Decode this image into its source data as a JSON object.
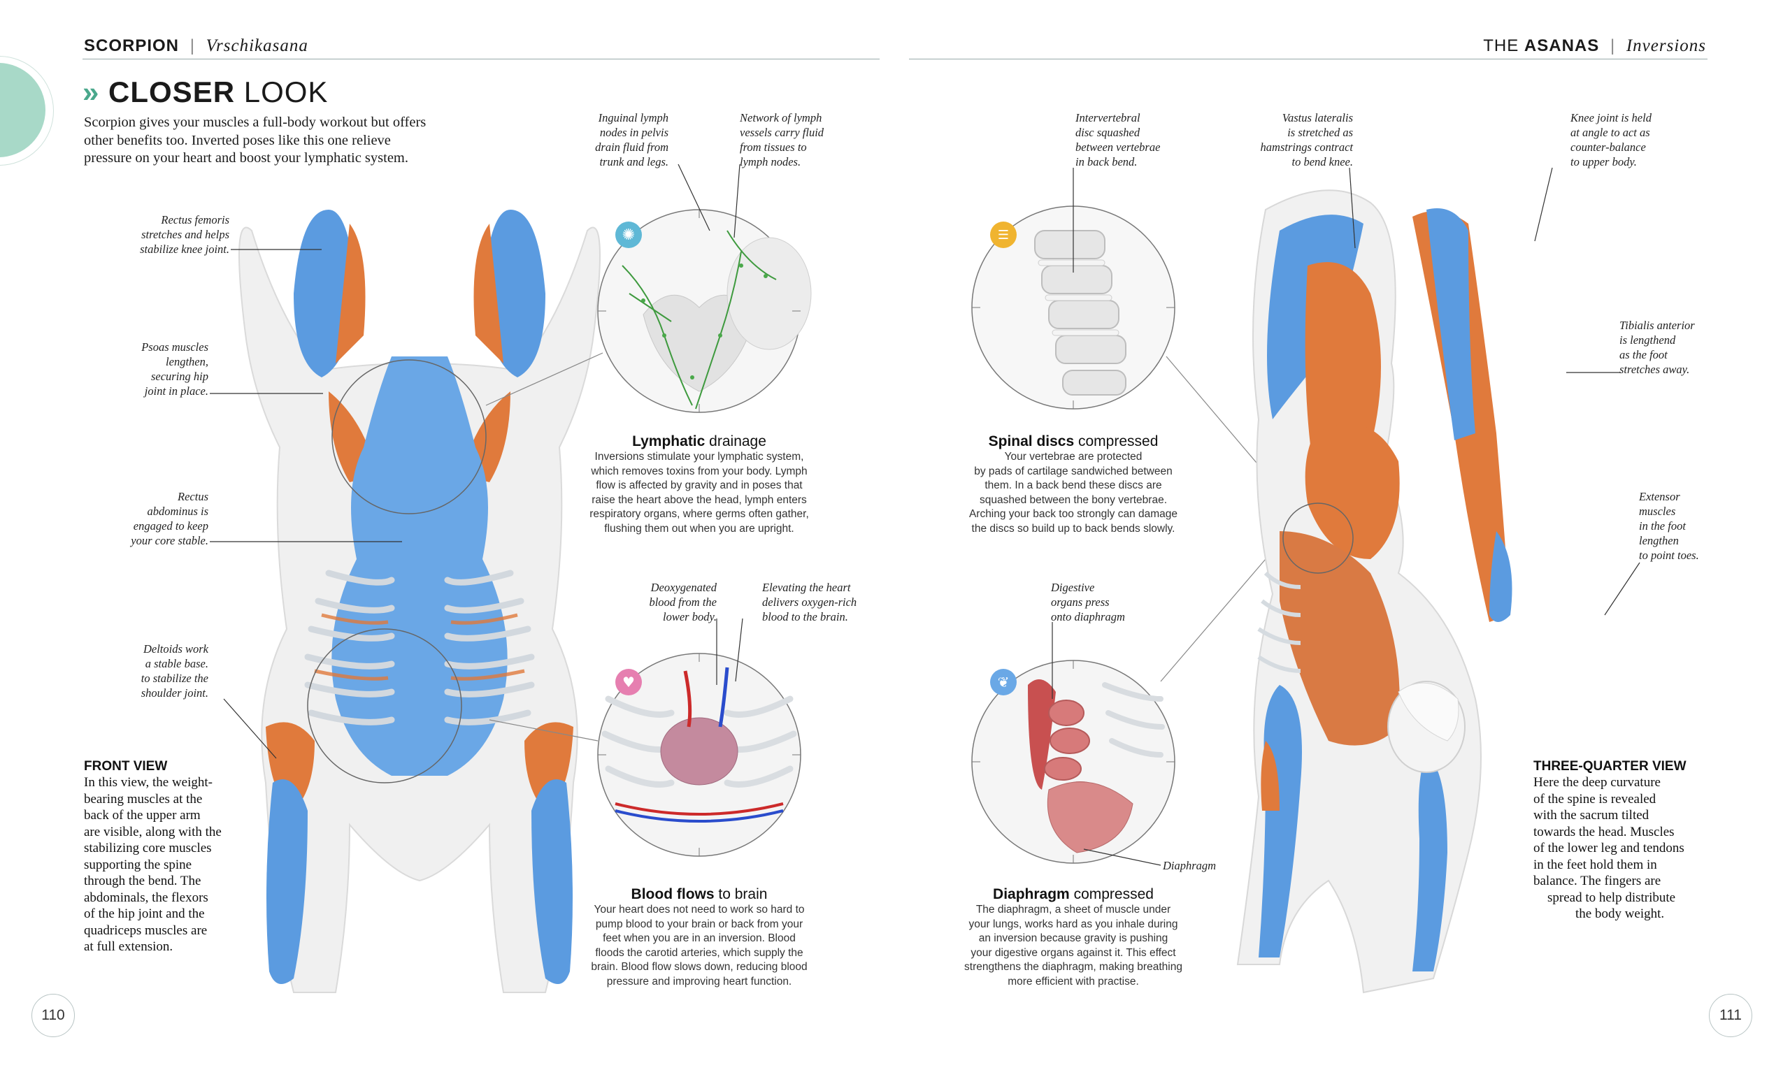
{
  "header": {
    "left_title": "SCORPION",
    "left_sep": "|",
    "left_subtitle": "Vrschikasana",
    "right_prefix": "THE",
    "right_title": "ASANAS",
    "right_sep": "|",
    "right_subtitle": "Inversions"
  },
  "section": {
    "chevrons": "»",
    "title_bold": "CLOSER",
    "title_light": "LOOK",
    "intro": [
      "Scorpion gives your muscles a full-body workout but offers",
      "other benefits too. Inverted poses like this one relieve",
      "pressure on your heart and boost your lymphatic system."
    ]
  },
  "front_annotations": {
    "rectus_femoris": [
      "Rectus femoris",
      "stretches and helps",
      "stabilize knee joint."
    ],
    "psoas": [
      "Psoas muscles",
      "lengthen,",
      "securing hip",
      "joint in place."
    ],
    "rectus_abdominus": [
      "Rectus",
      "abdominus is",
      "engaged to keep",
      "your core stable."
    ],
    "deltoids": [
      "Deltoids work",
      "a stable base.",
      "to stabilize the",
      "shoulder joint."
    ]
  },
  "front_view": {
    "title": "FRONT VIEW",
    "body": [
      "In this view, the weight-",
      "bearing muscles at the",
      "back of the upper arm",
      "are visible, along with the",
      "stabilizing core muscles",
      "supporting the spine",
      "through the bend. The",
      "abdominals, the flexors",
      "of the hip joint and the",
      "quadriceps muscles are",
      "at full extension."
    ]
  },
  "lymph": {
    "anno_left": [
      "Inguinal lymph",
      "nodes in pelvis",
      "drain fluid from",
      "trunk and legs."
    ],
    "anno_right": [
      "Network of lymph",
      "vessels carry fluid",
      "from tissues to",
      "lymph nodes."
    ],
    "title_bold": "Lymphatic",
    "title_rest": "drainage",
    "body": [
      "Inversions stimulate your lymphatic system,",
      "which removes toxins from your body. Lymph",
      "flow is affected by gravity and in poses that",
      "raise the heart above the head, lymph enters",
      "respiratory organs, where germs often gather,",
      "flushing them out when you are upright."
    ]
  },
  "blood": {
    "anno_left": [
      "Deoxygenated",
      "blood from the",
      "lower body."
    ],
    "anno_right": [
      "Elevating the heart",
      "delivers oxygen-rich",
      "blood to the brain."
    ],
    "title_bold": "Blood flows",
    "title_rest": "to brain",
    "body": [
      "Your heart does not need to work so hard to",
      "pump blood to your brain or back from your",
      "feet when you are in an inversion. Blood",
      "floods the carotid arteries, which supply the",
      "brain. Blood flow slows down, reducing blood",
      "pressure and improving heart function."
    ]
  },
  "spine": {
    "anno": [
      "Intervertebral",
      "disc squashed",
      "between vertebrae",
      "in back bend."
    ],
    "title_bold": "Spinal discs",
    "title_rest": "compressed",
    "body": [
      "Your vertebrae are protected",
      "by pads of cartilage sandwiched between",
      "them. In a back bend these discs are",
      "squashed between the bony vertebrae.",
      "Arching your back too strongly can damage",
      "the discs so build up to back bends slowly."
    ]
  },
  "diaphragm": {
    "anno_top": [
      "Digestive",
      "organs press",
      "onto diaphragm"
    ],
    "anno_label": "Diaphragm",
    "title_bold": "Diaphragm",
    "title_rest": "compressed",
    "body": [
      "The diaphragm, a sheet of muscle under",
      "your lungs, works hard as you inhale during",
      "an inversion because gravity is pushing",
      "your digestive organs against it. This effect",
      "strengthens the diaphragm, making breathing",
      "more efficient with practise."
    ]
  },
  "three_q_annotations": {
    "vastus": [
      "Vastus lateralis",
      "is stretched as",
      "hamstrings contract",
      "to bend knee."
    ],
    "knee": [
      "Knee joint is held",
      "at angle to act as",
      "counter-balance",
      "to upper body."
    ],
    "tibialis": [
      "Tibialis anterior",
      "is lengthend",
      "as the foot",
      "stretches away."
    ],
    "extensor": [
      "Extensor",
      "muscles",
      "in the foot",
      "lengthen",
      "to point toes."
    ]
  },
  "three_q_view": {
    "title": "THREE-QUARTER VIEW",
    "body": [
      "Here the deep curvature",
      "of the spine is revealed",
      "with the sacrum tilted",
      "towards the head. Muscles",
      "of the lower leg and tendons",
      "in the feet hold them in",
      "balance. The fingers are",
      "spread to help distribute",
      "the body weight."
    ]
  },
  "page_numbers": {
    "left": "110",
    "right": "111"
  },
  "icons": {
    "lymph": "lymph-cell-icon",
    "spine": "rib-cage-icon",
    "blood": "heart-icon",
    "lungs": "lungs-icon"
  },
  "colors": {
    "muscle_blue": "#5b9be0",
    "muscle_orange": "#e07a3c",
    "accent_teal": "#9fd3c2",
    "lymph_badge": "#5fb8d6",
    "spine_badge": "#f0b430",
    "heart_badge": "#e67fb0",
    "lung_badge": "#6aa8e6"
  }
}
